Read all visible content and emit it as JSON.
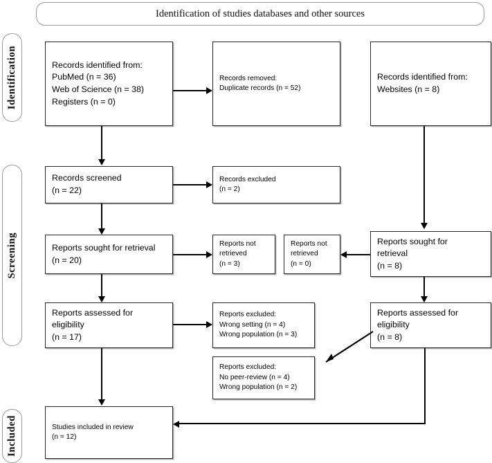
{
  "diagram": {
    "title": "Identification of studies databases and other sources",
    "type": "prisma-flow-diagram"
  },
  "stages": [
    {
      "id": "identification",
      "label": "Identification"
    },
    {
      "id": "screening",
      "label": "Screening"
    },
    {
      "id": "included",
      "label": "Included"
    }
  ],
  "nodes": {
    "records_identified": "Records identified from:\nPubMed (n = 36)\nWeb of Science (n = 38)\nRegisters (n = 0)",
    "records_removed": "Records removed:\nDuplicate records (n = 52)",
    "records_identified_web": "Records identified from:\nWebsites (n = 8)",
    "records_screened": "Records screened\n(n = 22)",
    "records_excluded": "Records excluded\n(n = 2)",
    "reports_sought": "Reports sought for retrieval\n(n = 20)",
    "reports_not_retrieved_db": "Reports not\nretrieved\n(n = 3)",
    "reports_not_retrieved_web": "Reports not\nretrieved\n(n = 0)",
    "reports_sought_web": "Reports sought for\nretrieval\n(n = 8)",
    "reports_assessed": "Reports assessed for\neligibility\n(n = 17)",
    "reports_excluded_db": "Reports excluded:\nWrong setting (n = 4)\nWrong population (n = 3)",
    "reports_assessed_web": "Reports assessed for\neligibility\n(n = 8)",
    "reports_excluded_web": "Reports excluded:\nNo peer-review (n = 4)\nWrong population (n = 2)",
    "studies_included": "Studies included in review\n(n = 12)"
  },
  "chart_data": {
    "type": "diagram",
    "title": "Identification of studies databases and other sources",
    "stages": [
      "Identification",
      "Screening",
      "Included"
    ],
    "counts": {
      "pubmed_records": 36,
      "web_of_science_records": 38,
      "registers_records": 0,
      "duplicate_records_removed": 52,
      "website_records": 8,
      "records_screened": 22,
      "records_excluded": 2,
      "reports_sought_for_retrieval": 20,
      "reports_not_retrieved_databases": 3,
      "reports_sought_for_retrieval_websites": 8,
      "reports_not_retrieved_websites": 0,
      "reports_assessed_for_eligibility": 17,
      "reports_excluded_wrong_setting": 4,
      "reports_excluded_wrong_population": 3,
      "reports_assessed_for_eligibility_websites": 8,
      "reports_excluded_no_peer_review": 4,
      "reports_excluded_wrong_population_websites": 2,
      "studies_included_in_review": 12
    }
  },
  "colors": {
    "line": "#000000",
    "box_border": "#262626",
    "pill_border": "#9a9a9a",
    "background": "#ffffff"
  }
}
